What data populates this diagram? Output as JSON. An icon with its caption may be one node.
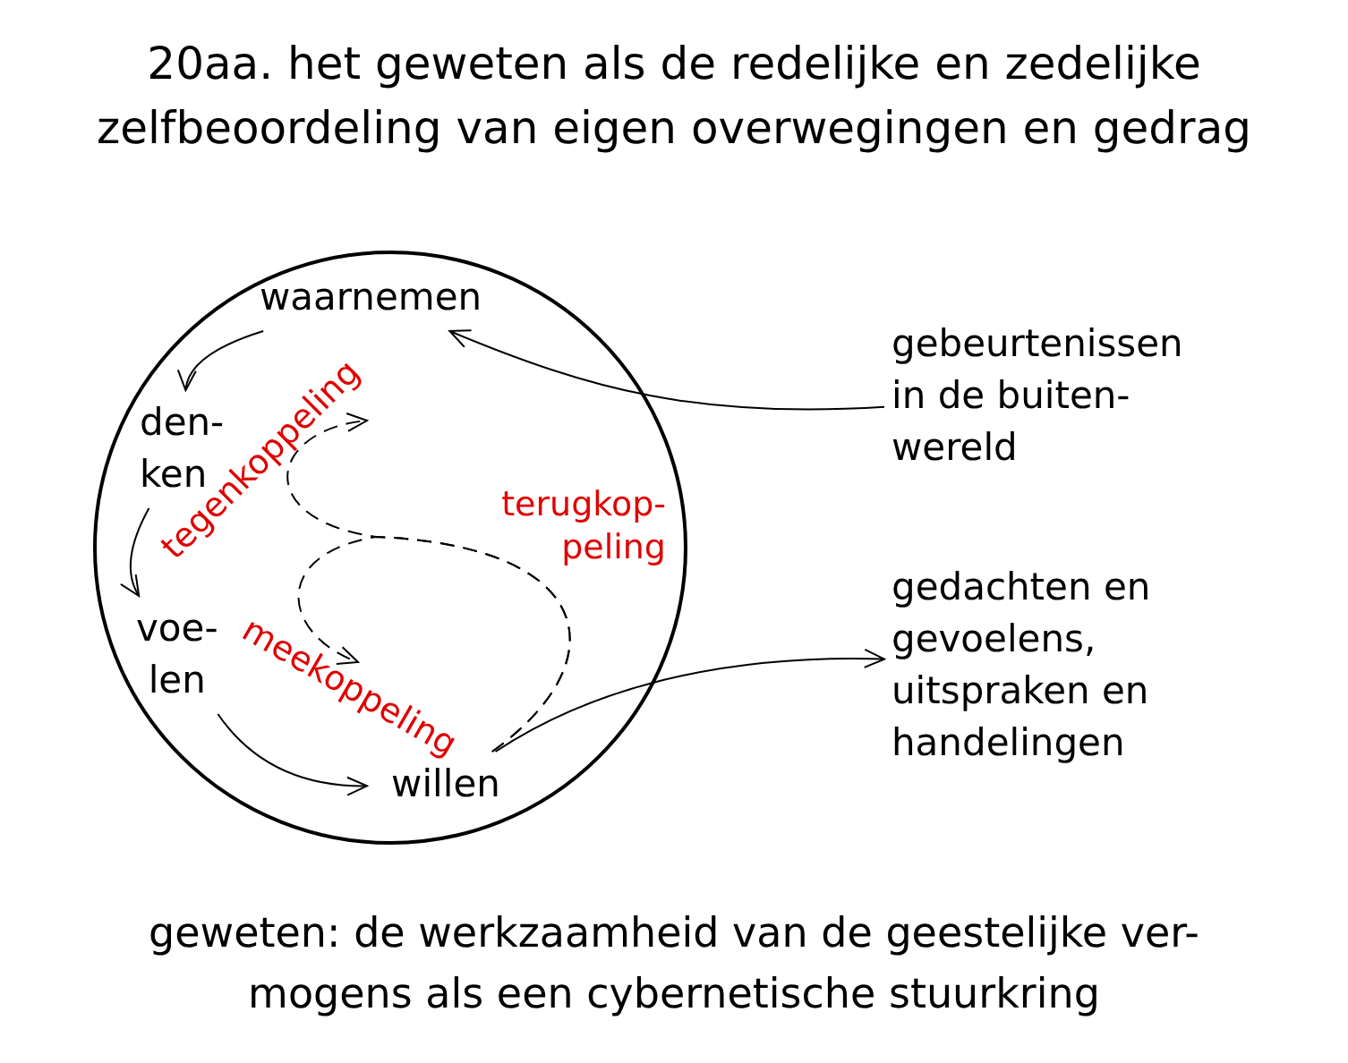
{
  "diagram": {
    "title": "20aa. het geweten als de redelijke en zedelijke zelfbeoordeling van eigen overwegingen en gedrag",
    "caption": "geweten: de werkzaamheid van de geestelijke ver- mogens als een cybernetische stuurkring",
    "nodes": [
      {
        "text": [],
        "shape": "circle"
      },
      {
        "text": [
          "waarnemen"
        ],
        "in": 0
      },
      {
        "text": [
          "den- ken"
        ],
        "in": 0
      },
      {
        "text": [
          "voe- len"
        ],
        "in": 0
      },
      {
        "text": [
          "willen"
        ],
        "in": 0
      },
      {
        "text": [
          "gebeurtenissen in de buiten- wereld"
        ]
      },
      {
        "text": [
          "gedachten en gevoelens, uitspraken en handelingen"
        ]
      }
    ],
    "edges": [
      {
        "from": 1,
        "to": 2,
        "arrow": "to"
      },
      {
        "from": 2,
        "to": 3,
        "arrow": "to"
      },
      {
        "from": 3,
        "to": 4,
        "arrow": "to"
      },
      {
        "from": 5,
        "to": 1,
        "arrow": "to"
      },
      {
        "from": 4,
        "to": 6,
        "arrow": "to"
      },
      {
        "from": 4,
        "to": null,
        "arrow": "to",
        "style": "dashed",
        "label": "tegenkoppeling"
      },
      {
        "from": 4,
        "to": null,
        "arrow": "to",
        "style": "dashed",
        "label": "meekoppeling"
      }
    ],
    "labels": [
      "terugkop- peling"
    ]
  }
}
